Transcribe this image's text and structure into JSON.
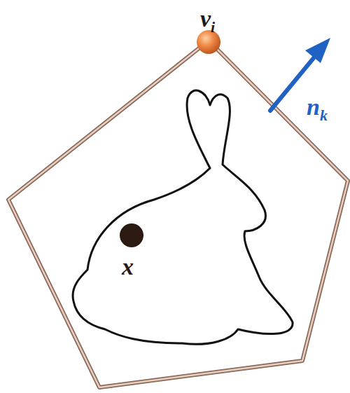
{
  "diagram": {
    "labels": [
      "v",
      "i",
      "n",
      "k",
      "x"
    ]
  }
}
